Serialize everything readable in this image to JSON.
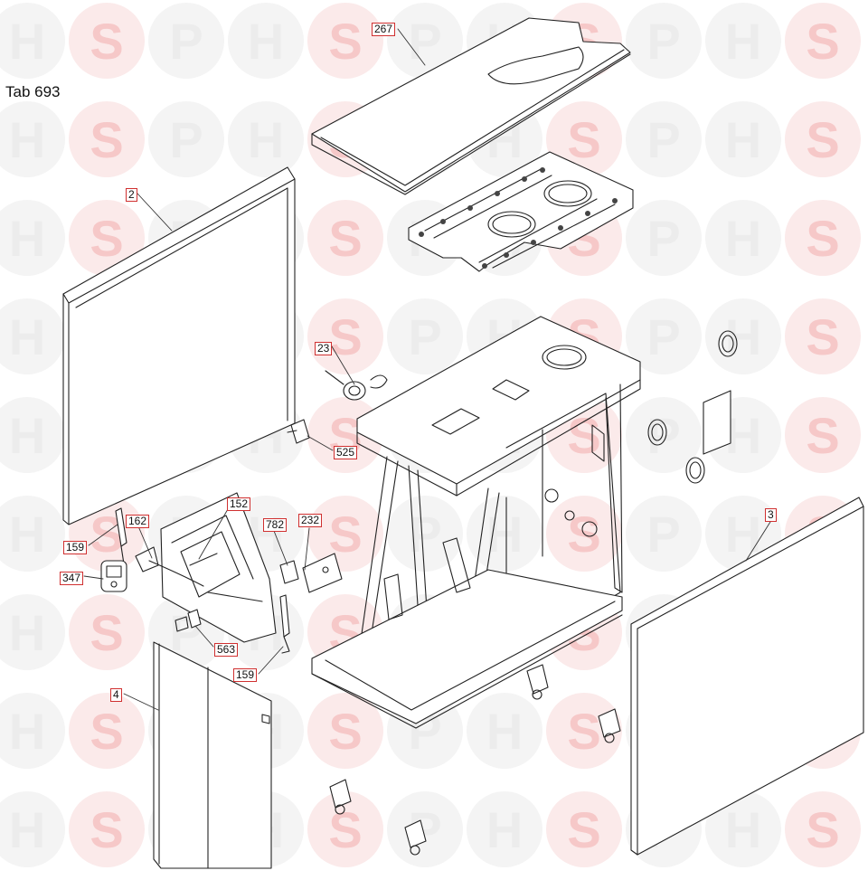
{
  "title": "Tab 693",
  "watermark": {
    "letters": [
      "H",
      "S",
      "P"
    ],
    "color": "#f2d0d0",
    "s_color": "#f6c8c8"
  },
  "callouts": [
    {
      "id": "c267",
      "label": "267"
    },
    {
      "id": "c2",
      "label": "2"
    },
    {
      "id": "c23",
      "label": "23"
    },
    {
      "id": "c525",
      "label": "525"
    },
    {
      "id": "c152",
      "label": "152"
    },
    {
      "id": "c162",
      "label": "162"
    },
    {
      "id": "c782",
      "label": "782"
    },
    {
      "id": "c232",
      "label": "232"
    },
    {
      "id": "c159a",
      "label": "159"
    },
    {
      "id": "c347",
      "label": "347"
    },
    {
      "id": "c563",
      "label": "563"
    },
    {
      "id": "c159b",
      "label": "159"
    },
    {
      "id": "c3",
      "label": "3"
    },
    {
      "id": "c4",
      "label": "4"
    }
  ]
}
